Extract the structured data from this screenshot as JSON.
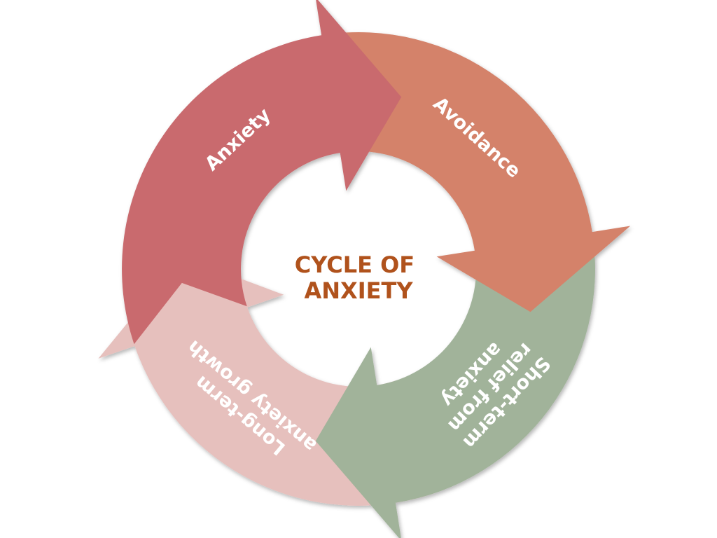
{
  "title": {
    "lines": [
      "CYCLE OF",
      "ANXIETY"
    ],
    "color": "#b0521c"
  },
  "segments": [
    {
      "id": "anxiety",
      "lines": [
        "Anxiety"
      ],
      "color": "#c96a6e"
    },
    {
      "id": "avoidance",
      "lines": [
        "Avoidance"
      ],
      "color": "#d4826a"
    },
    {
      "id": "relief",
      "lines": [
        "Short-term",
        "relief from",
        "anxiety"
      ],
      "color": "#a1b39a"
    },
    {
      "id": "growth",
      "lines": [
        "Long-term",
        "anxiety growth"
      ],
      "color": "#e6c0bd"
    }
  ],
  "label_color": "#ffffff"
}
